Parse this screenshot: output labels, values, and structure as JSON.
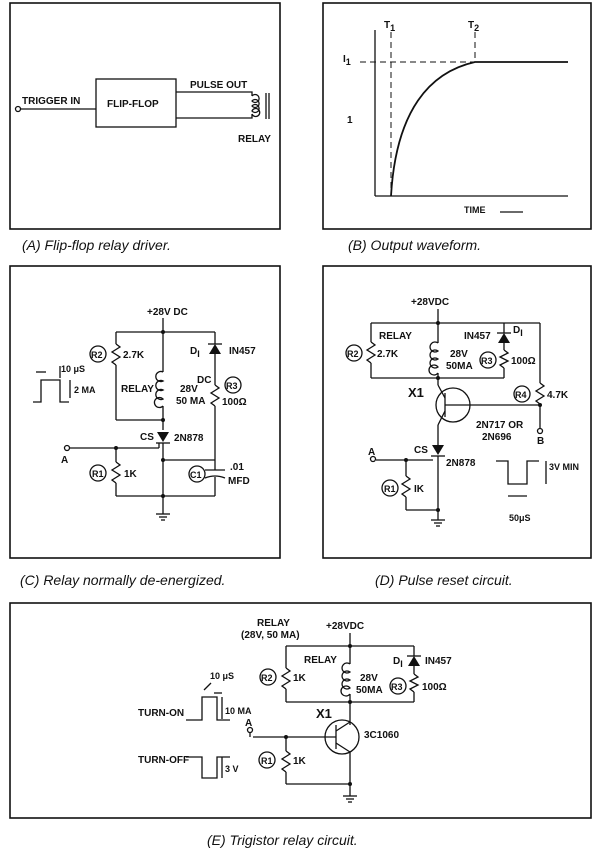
{
  "panel_a": {
    "caption": "(A) Flip-flop relay driver.",
    "trigger_in": "TRIGGER IN",
    "flip_flop": "FLIP-FLOP",
    "pulse_out": "PULSE OUT",
    "relay": "RELAY"
  },
  "panel_b": {
    "caption": "(B) Output waveform.",
    "t1": "T",
    "t1_sub": "1",
    "t2": "T",
    "t2_sub": "2",
    "i1": "I",
    "i1_sub": "1",
    "one": "1",
    "time": "TIME"
  },
  "panel_c": {
    "caption": "(C) Relay normally de-energized.",
    "supply": "+28V DC",
    "r2": "R2",
    "r2_val": "2.7K",
    "d1": "D",
    "d1_sub": "I",
    "d1_part": "IN457",
    "pulse_width": "10 μS",
    "pulse_amp": "2 MA",
    "relay": "RELAY",
    "coil_v": "28V",
    "coil_i": "50 MA",
    "dc": "DC",
    "r3": "R3",
    "r3_val": "100Ω",
    "cs": "CS",
    "scr": "2N878",
    "node_a": "A",
    "r1": "R1",
    "r1_val": "1K",
    "c1": "C1",
    "c1_val": ".01",
    "c1_unit": "MFD"
  },
  "panel_d": {
    "caption": "(D) Pulse reset circuit.",
    "supply": "+28VDC",
    "relay": "RELAY",
    "d1_part": "IN457",
    "d1": "D",
    "d1_sub": "I",
    "r2": "R2",
    "r2_val": "2.7K",
    "coil_v": "28V",
    "coil_i": "50MA",
    "r3": "R3",
    "r3_val": "100Ω",
    "x1": "X1",
    "r4": "R4",
    "r4_val": "4.7K",
    "trans": "2N717 OR",
    "trans2": "2N696",
    "node_b": "B",
    "cs": "CS",
    "scr": "2N878",
    "node_a": "A",
    "r1": "R1",
    "r1_val": "IK",
    "pulse_amp": "3V MIN",
    "pulse_width": "50μS"
  },
  "panel_e": {
    "caption": "(E) Trigistor relay circuit.",
    "relay_spec": "RELAY",
    "relay_spec2": "(28V, 50 MA)",
    "supply": "+28VDC",
    "relay": "RELAY",
    "d1": "D",
    "d1_sub": "I",
    "d1_part": "IN457",
    "r2": "R2",
    "r2_val": "1K",
    "coil_v": "28V",
    "coil_i": "50MA",
    "r3": "R3",
    "r3_val": "100Ω",
    "pulse_width": "10 μS",
    "turn_on": "TURN-ON",
    "turn_on_amp": "10 MA",
    "x1": "X1",
    "node_a": "A",
    "trigistor": "3C1060",
    "turn_off": "TURN-OFF",
    "turn_off_amp": "3 V",
    "r1": "R1",
    "r1_val": "1K"
  }
}
